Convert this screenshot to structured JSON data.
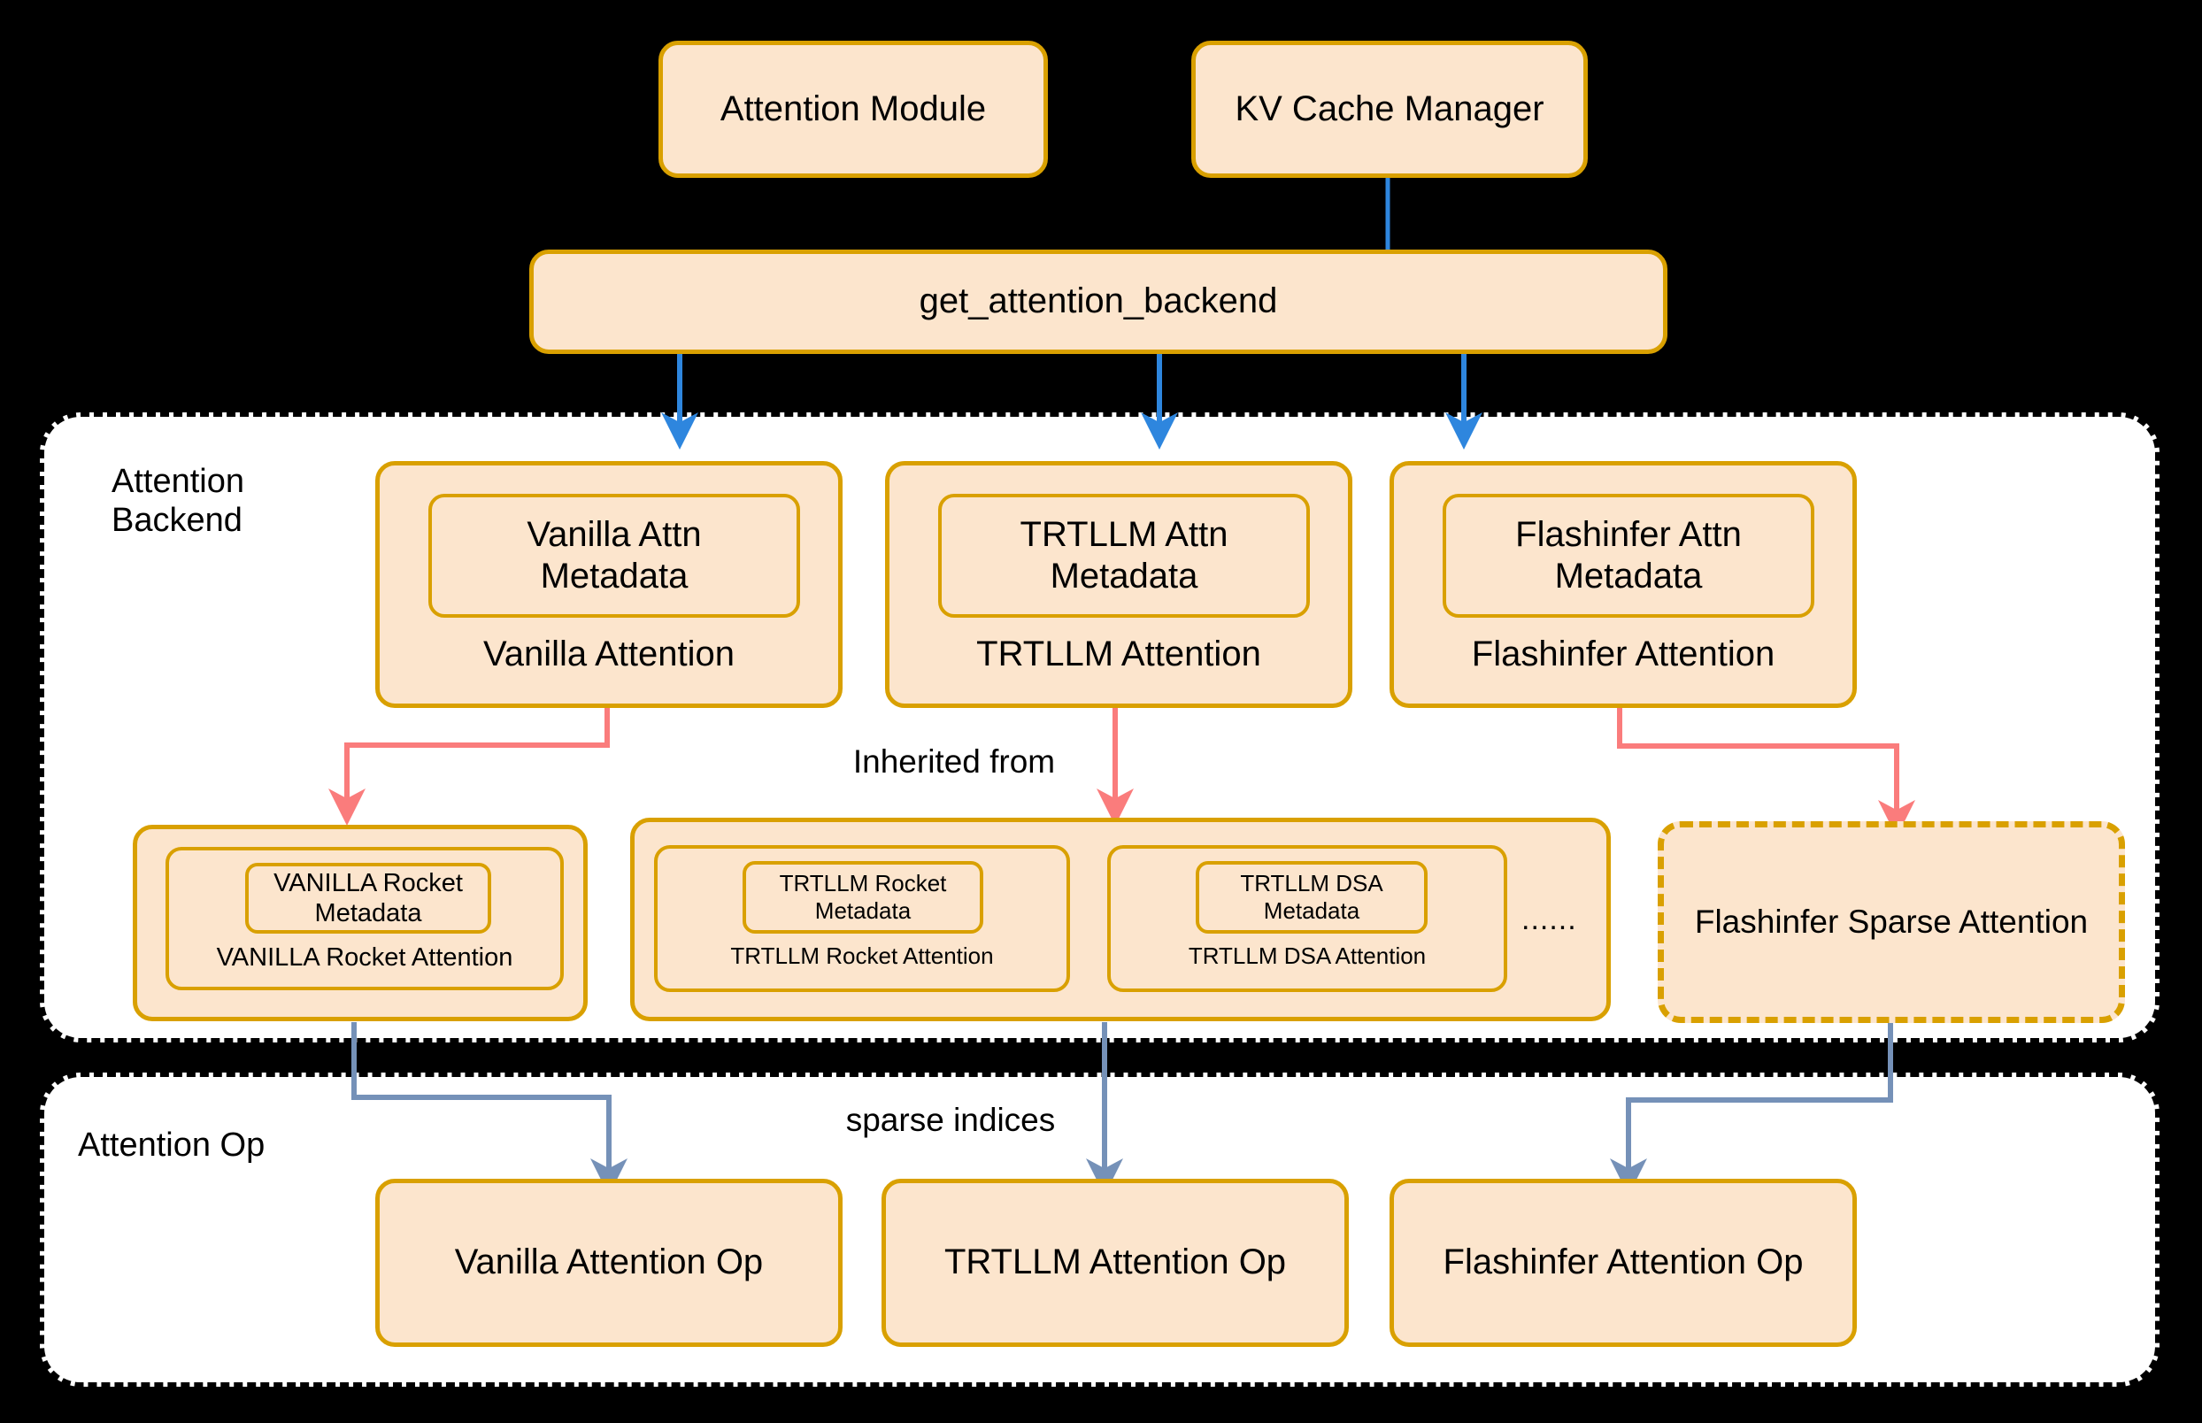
{
  "diagram": {
    "title_nodes": {
      "attention_module": "Attention Module",
      "kv_cache_manager": "KV Cache Manager",
      "dispatcher": "get_attention_backend"
    },
    "regions": [
      {
        "id": "attention-backend",
        "label": "Attention\nBackend"
      },
      {
        "id": "attention-op",
        "label": "Attention Op"
      }
    ],
    "backends": [
      {
        "metadata": "Vanilla Attn\nMetadata",
        "name": "Vanilla Attention"
      },
      {
        "metadata": "TRTLLM Attn\nMetadata",
        "name": "TRTLLM Attention"
      },
      {
        "metadata": "Flashinfer Attn\nMetadata",
        "name": "Flashinfer Attention"
      }
    ],
    "sparse_groups": [
      {
        "id": "vanilla-rocket-group",
        "children": [
          {
            "metadata": "VANILLA Rocket\nMetadata",
            "name": "VANILLA Rocket Attention"
          }
        ],
        "ellipsis": ""
      },
      {
        "id": "trtllm-sparse-group",
        "children": [
          {
            "metadata": "TRTLLM Rocket\nMetadata",
            "name": "TRTLLM Rocket Attention"
          },
          {
            "metadata": "TRTLLM DSA\nMetadata",
            "name": "TRTLLM DSA Attention"
          }
        ],
        "ellipsis": "......"
      }
    ],
    "flashinfer_sparse": "Flashinfer Sparse Attention",
    "ops": [
      "Vanilla Attention Op",
      "TRTLLM Attention Op",
      "Flashinfer Attention Op"
    ],
    "edge_labels": {
      "inherited_from": "Inherited from",
      "sparse_indices": "sparse indices"
    },
    "colors": {
      "node_fill": "#fce5cd",
      "node_border": "#d9a000",
      "blue_arrow": "#2e86de",
      "red_arrow": "#fa7c7c",
      "slate_arrow": "#7591b8",
      "region_fill": "#ffffff",
      "background": "#000000"
    }
  }
}
